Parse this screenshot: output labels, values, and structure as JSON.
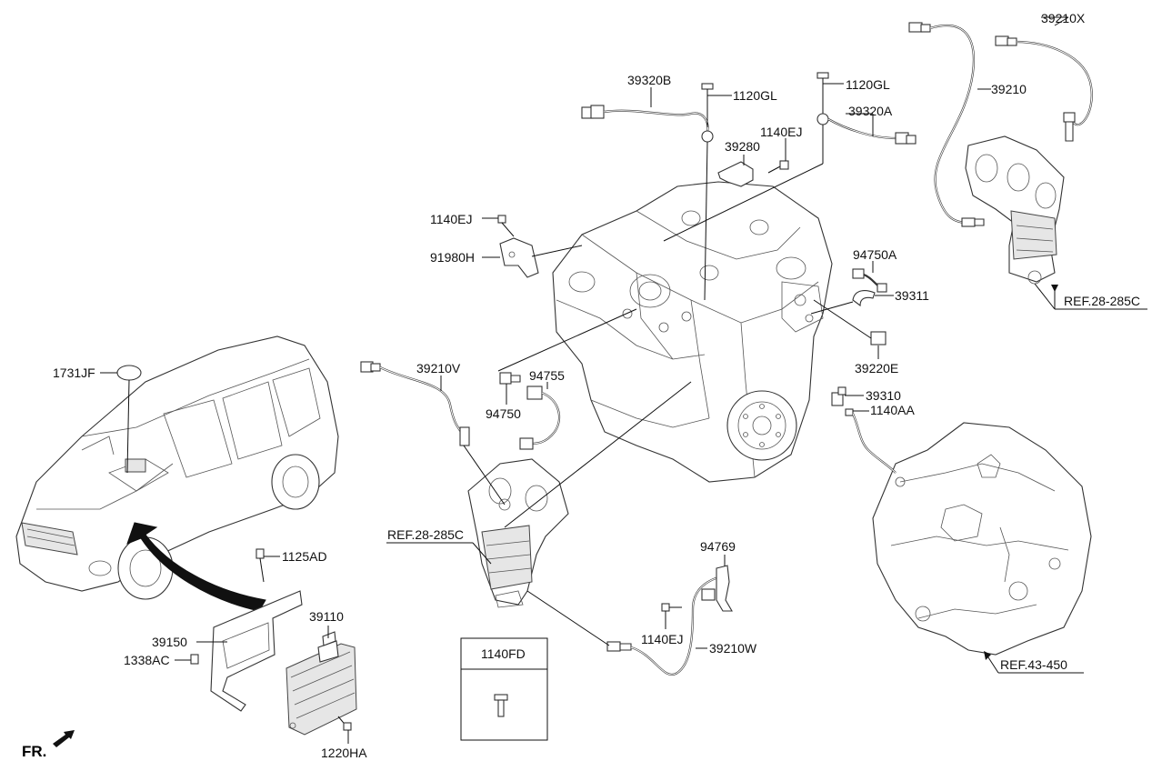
{
  "labels": {
    "l_39210X": "39210X",
    "l_39210": "39210",
    "l_39320B": "39320B",
    "l_1120GL_a": "1120GL",
    "l_1120GL_b": "1120GL",
    "l_39320A": "39320A",
    "l_1140EJ_top": "1140EJ",
    "l_39280": "39280",
    "l_1140EJ_left": "1140EJ",
    "l_91980H": "91980H",
    "l_94750A": "94750A",
    "l_39311": "39311",
    "l_REF_28_285C_right": "REF.28-285C",
    "l_39220E": "39220E",
    "l_1731JF": "1731JF",
    "l_39210V": "39210V",
    "l_94755": "94755",
    "l_94750": "94750",
    "l_39310": "39310",
    "l_1140AA": "1140AA",
    "l_REF_28_285C_left": "REF.28-285C",
    "l_94769": "94769",
    "l_1125AD": "1125AD",
    "l_39110": "39110",
    "l_39150": "39150",
    "l_1338AC": "1338AC",
    "l_1140EJ_bottom": "1140EJ",
    "l_39210W": "39210W",
    "l_REF_43_450": "REF.43-450",
    "l_1220HA": "1220HA",
    "l_1140FD": "1140FD",
    "l_FR": "FR."
  }
}
